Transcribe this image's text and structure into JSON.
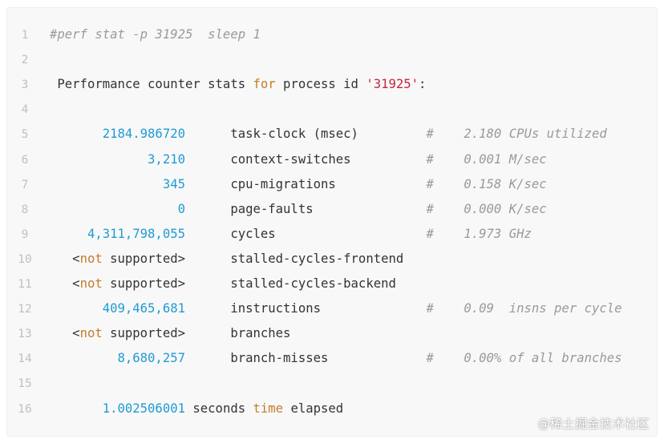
{
  "code": {
    "lines": [
      {
        "n": "1",
        "segments": [
          {
            "t": "#perf stat -p 31925  sleep 1",
            "c": "cmt"
          }
        ]
      },
      {
        "n": "2",
        "segments": []
      },
      {
        "n": "3",
        "segments": [
          {
            "t": " Performance counter stats ",
            "c": "plain"
          },
          {
            "t": "for",
            "c": "kw"
          },
          {
            "t": " process id ",
            "c": "plain"
          },
          {
            "t": "'31925'",
            "c": "str"
          },
          {
            "t": ":",
            "c": "plain"
          }
        ]
      },
      {
        "n": "4",
        "segments": []
      },
      {
        "n": "5",
        "segments": [
          {
            "t": "       2184.986720",
            "c": "num"
          },
          {
            "t": "      task-clock (msec)         ",
            "c": "plain"
          },
          {
            "t": "#    2.180 CPUs utilized",
            "c": "cmt"
          }
        ]
      },
      {
        "n": "6",
        "segments": [
          {
            "t": "             3,210",
            "c": "num"
          },
          {
            "t": "      context-switches          ",
            "c": "plain"
          },
          {
            "t": "#    0.001 M/sec",
            "c": "cmt"
          }
        ]
      },
      {
        "n": "7",
        "segments": [
          {
            "t": "               345",
            "c": "num"
          },
          {
            "t": "      cpu-migrations            ",
            "c": "plain"
          },
          {
            "t": "#    0.158 K/sec",
            "c": "cmt"
          }
        ]
      },
      {
        "n": "8",
        "segments": [
          {
            "t": "                 0",
            "c": "num"
          },
          {
            "t": "      page-faults               ",
            "c": "plain"
          },
          {
            "t": "#    0.000 K/sec",
            "c": "cmt"
          }
        ]
      },
      {
        "n": "9",
        "segments": [
          {
            "t": "     4,311,798,055",
            "c": "num"
          },
          {
            "t": "      cycles                    ",
            "c": "plain"
          },
          {
            "t": "#    1.973 GHz",
            "c": "cmt"
          }
        ]
      },
      {
        "n": "10",
        "segments": [
          {
            "t": "   <",
            "c": "plain"
          },
          {
            "t": "not",
            "c": "kw"
          },
          {
            "t": " supported>      stalled-cycles-frontend",
            "c": "plain"
          }
        ]
      },
      {
        "n": "11",
        "segments": [
          {
            "t": "   <",
            "c": "plain"
          },
          {
            "t": "not",
            "c": "kw"
          },
          {
            "t": " supported>      stalled-cycles-backend",
            "c": "plain"
          }
        ]
      },
      {
        "n": "12",
        "segments": [
          {
            "t": "       409,465,681",
            "c": "num"
          },
          {
            "t": "      instructions              ",
            "c": "plain"
          },
          {
            "t": "#    0.09  insns per cycle",
            "c": "cmt"
          }
        ]
      },
      {
        "n": "13",
        "segments": [
          {
            "t": "   <",
            "c": "plain"
          },
          {
            "t": "not",
            "c": "kw"
          },
          {
            "t": " supported>      branches",
            "c": "plain"
          }
        ]
      },
      {
        "n": "14",
        "segments": [
          {
            "t": "         8,680,257",
            "c": "num"
          },
          {
            "t": "      branch-misses             ",
            "c": "plain"
          },
          {
            "t": "#    0.00% of all branches",
            "c": "cmt"
          }
        ]
      },
      {
        "n": "15",
        "segments": []
      },
      {
        "n": "16",
        "segments": [
          {
            "t": "       1.002506001",
            "c": "num"
          },
          {
            "t": " seconds ",
            "c": "plain"
          },
          {
            "t": "time",
            "c": "kw"
          },
          {
            "t": " elapsed",
            "c": "plain"
          }
        ]
      }
    ]
  },
  "watermark": "@稀土掘金技术社区"
}
